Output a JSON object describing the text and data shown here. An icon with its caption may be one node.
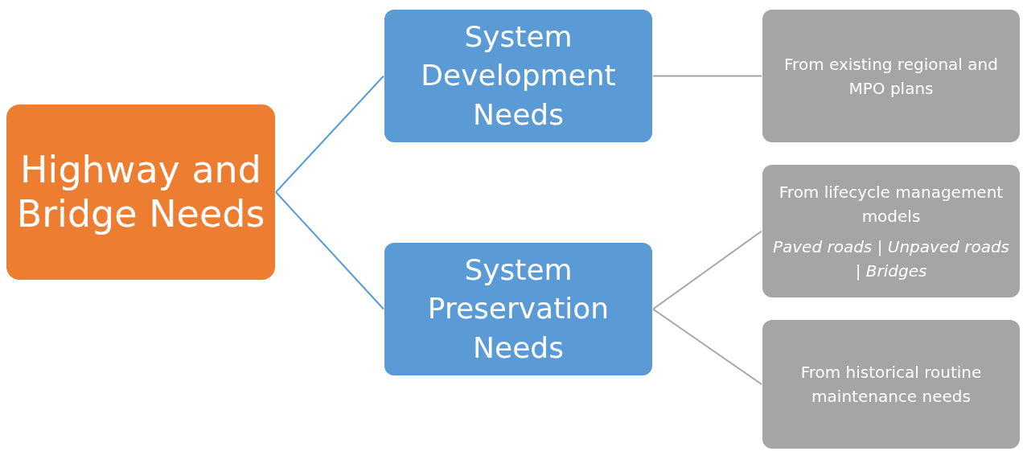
{
  "diagram": {
    "nodes": [
      {
        "text": [
          "Highway and Bridge Needs"
        ]
      },
      {
        "text": [
          "System Development Needs"
        ]
      },
      {
        "text": [
          "System Preservation Needs"
        ]
      },
      {
        "text": [
          "From existing regional and MPO plans"
        ]
      },
      {
        "text": [
          "From lifecycle management models",
          "Paved roads | Unpaved roads | Bridges"
        ]
      },
      {
        "text": [
          "From historical routine maintenance needs"
        ]
      }
    ],
    "edges": [
      {
        "from": 0,
        "to": 1,
        "arrow": "none",
        "color": "#5b9bd5"
      },
      {
        "from": 0,
        "to": 2,
        "arrow": "none",
        "color": "#5b9bd5"
      },
      {
        "from": 1,
        "to": 3,
        "arrow": "none"
      },
      {
        "from": 2,
        "to": 4,
        "arrow": "none"
      },
      {
        "from": 2,
        "to": 5,
        "arrow": "none"
      }
    ]
  }
}
